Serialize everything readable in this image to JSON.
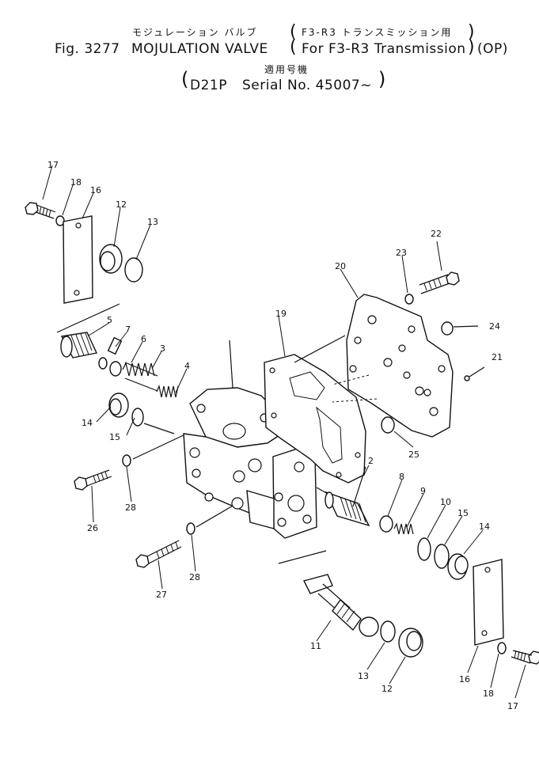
{
  "header": {
    "jp_title": "モジュレーション バルブ",
    "jp_applic": "F3-R3 トランスミッション用",
    "fig_label": "Fig. 3277",
    "title": "MOJULATION VALVE",
    "applic": "For F3-R3 Transmission",
    "option": "(OP)",
    "jp_model_hdr": "適用号機",
    "model": "D21P",
    "serial": "Serial No. 45007~"
  },
  "part_numbers": [
    "17",
    "18",
    "16",
    "12",
    "13",
    "5",
    "7",
    "6",
    "3",
    "4",
    "14",
    "15",
    "28",
    "26",
    "27",
    "28",
    "19",
    "20",
    "23",
    "22",
    "24",
    "21",
    "25",
    "2",
    "8",
    "9",
    "10",
    "15",
    "14",
    "11",
    "13",
    "12",
    "16",
    "18",
    "17"
  ]
}
